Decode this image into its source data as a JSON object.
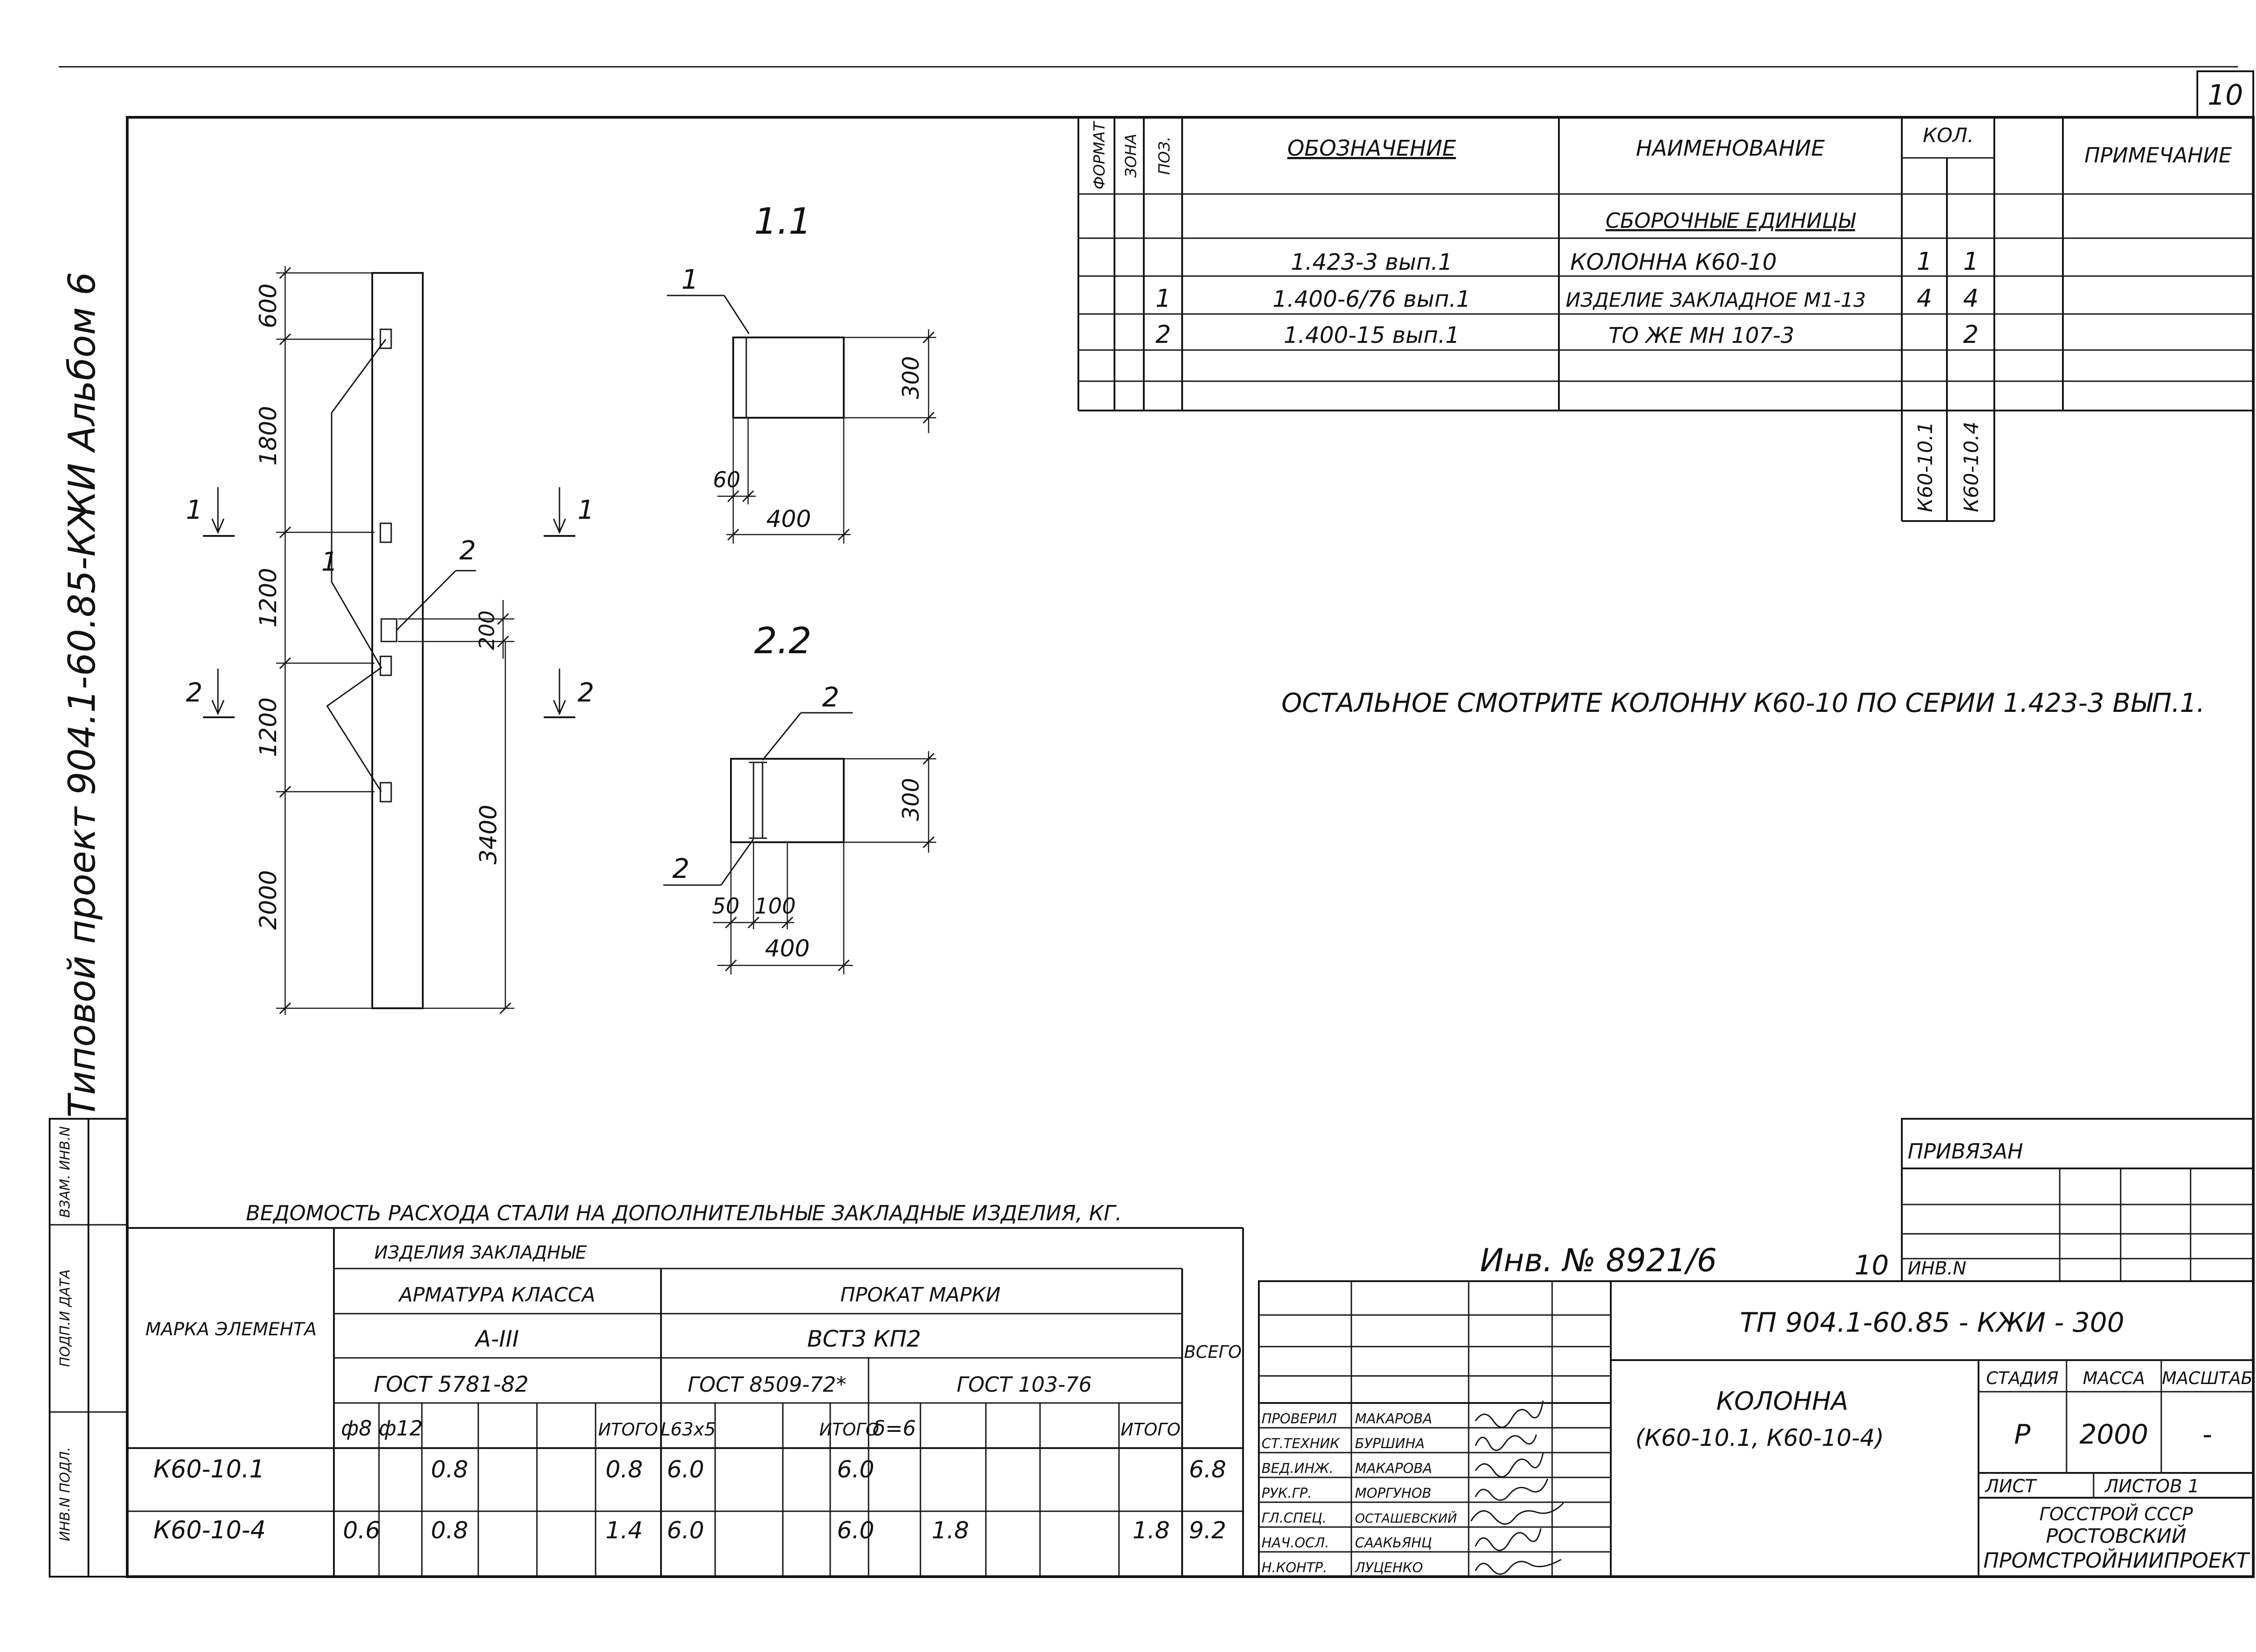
{
  "sheet": {
    "page_number": "10",
    "side_title": "Типовой проект 904.1-60.85-КЖИ Альбом 6",
    "side_cells": [
      "Инв.N подл.",
      "Подп.и дата",
      "Взам. инв.N"
    ]
  },
  "column": {
    "dims_left": [
      "600",
      "1800",
      "1200",
      "1200",
      "2000"
    ],
    "dim_3400": "3400",
    "dim_200": "200",
    "callout_1": "1",
    "callout_2": "2",
    "section_marks": [
      "1",
      "1",
      "2",
      "2"
    ]
  },
  "section_1": {
    "title": "1.1",
    "callout": "1",
    "dim_height": "300",
    "dim_width": "400",
    "dim_offset": "60"
  },
  "section_2": {
    "title": "2.2",
    "callout_top": "2",
    "callout_bottom": "2",
    "dim_height": "300",
    "dim_width": "400",
    "dim_a": "50",
    "dim_b": "100"
  },
  "spec": {
    "header_rotated": [
      "Формат",
      "Зона",
      "Поз."
    ],
    "header_designation": "Обозначение",
    "header_name": "Наименование",
    "header_qty": "Кол.",
    "header_note": "Примечание",
    "section_label": "Сборочные единицы",
    "rows": [
      {
        "pos": "",
        "designation": "1.423-3 вып.1",
        "name": "Колонна  К60-10",
        "qty1": "1",
        "qty2": "1"
      },
      {
        "pos": "1",
        "designation": "1.400-6/76  вып.1",
        "name": "Изделие закладное М1-13",
        "qty1": "4",
        "qty2": "4"
      },
      {
        "pos": "2",
        "designation": "1.400-15 вып.1",
        "name": "То же          МН 107-3",
        "qty1": "",
        "qty2": "2"
      }
    ],
    "qty_cols": [
      "К60-10.1",
      "К60-10.4"
    ]
  },
  "note_text": "Остальное  смотрите колонну К60-10 по серии 1.423-3 вып.1.",
  "steel": {
    "title": "Ведомость расхода стали на дополнительные закладные изделия, кг.",
    "h_element": "Марка элемента",
    "h_items": "Изделия закладные",
    "h_rebar": "Арматура класса",
    "h_rebar_class": "А-III",
    "h_gost_rebar": "ГОСТ 5781-82",
    "h_rolled": "Прокат марки",
    "h_rolled_grade": "ВСт3 кп2",
    "h_gost_8509": "ГОСТ 8509-72*",
    "h_gost_103": "ГОСТ 103-76",
    "h_total": "Всего",
    "h_sub": [
      "ф8",
      "ф12",
      "Итого",
      "L63х5",
      "Итого",
      "δ=6",
      "Итого"
    ],
    "rows": [
      {
        "mark": "К60-10.1",
        "d8": "",
        "d12": "0.8",
        "sub1": "0.8",
        "l63": "6.0",
        "sub2": "6.0",
        "b6": "",
        "sub3": "",
        "total": "6.8"
      },
      {
        "mark": "К60-10-4",
        "d8": "0.6",
        "d12": "0.8",
        "sub1": "1.4",
        "l63": "6.0",
        "sub2": "6.0",
        "b6": "1.8",
        "sub3": "1.8",
        "total": "9.2"
      }
    ]
  },
  "title_block": {
    "privyazan": "Привязан",
    "inv_no": "Инв.N",
    "inv_handwritten": "Инв. № 8921/6",
    "inv_page": "10",
    "doc_code": "ТП 904.1-60.85 - КЖИ - 300",
    "name_line1": "Колонна",
    "name_line2": "(К60-10.1, К60-10-4)",
    "stage_h": "Стадия",
    "mass_h": "Масса",
    "scale_h": "Масштаб",
    "stage_v": "Р",
    "mass_v": "2000",
    "scale_v": "-",
    "sheet_h": "Лист",
    "sheets_h": "Листов 1",
    "org_line1": "ГОССТРОЙ СССР",
    "org_line2": "РОСТОВСКИЙ",
    "org_line3": "ПРОМСТРОЙНИИПРОЕКТ",
    "signers": [
      {
        "role": "Проверил",
        "name": "Макарова"
      },
      {
        "role": "Ст.техник",
        "name": "Буршина"
      },
      {
        "role": "Вед.инж.",
        "name": "Макарова"
      },
      {
        "role": "Рук.гр.",
        "name": "Моргунов"
      },
      {
        "role": "Гл.спец.",
        "name": "Осташевский"
      },
      {
        "role": "Нач.осл.",
        "name": "Саакьянц"
      },
      {
        "role": "Н.контр.",
        "name": "Луценко"
      }
    ]
  }
}
